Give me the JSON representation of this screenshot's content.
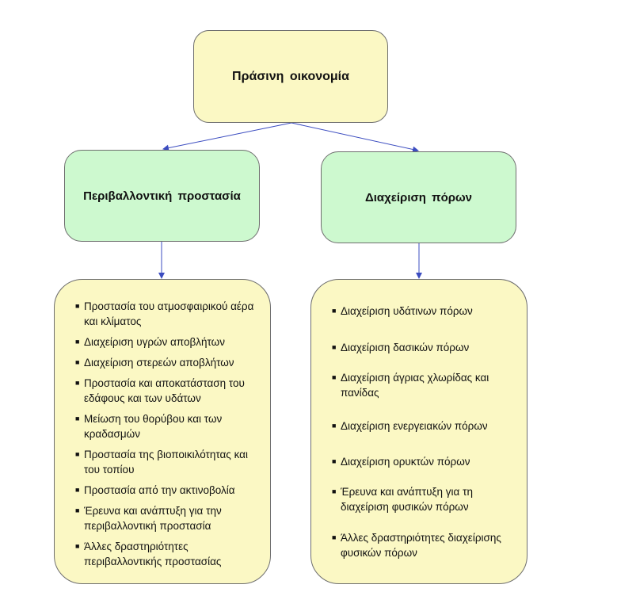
{
  "root": {
    "title": "Πράσινη  οικονομία"
  },
  "categories": [
    {
      "title": "Περιβαλλοντική  προστασία",
      "items": [
        "Προστασία του ατμοσφαιρικού αέρα και κλίματος",
        "Διαχείριση υγρών αποβλήτων",
        "Διαχείριση στερεών αποβλήτων",
        "Προστασία και αποκατάσταση του εδάφους και των υδάτων",
        "Μείωση του θορύβου και των κραδασμών",
        "Προστασία της βιοποικιλότητας και του τοπίου",
        "Προστασία από την ακτινοβολία",
        "Έρευνα και ανάπτυξη για την περιβαλλοντική προστασία",
        "Άλλες δραστηριότητες περιβαλλοντικής προστασίας"
      ]
    },
    {
      "title": "Διαχείριση  πόρων",
      "items": [
        "Διαχείριση υδάτινων πόρων",
        "Διαχείριση δασικών πόρων",
        "Διαχείριση άγριας χλωρίδας και πανίδας",
        "Διαχείριση ενεργειακών πόρων",
        "Διαχείριση ορυκτών πόρων",
        "Έρευνα και ανάπτυξη για τη διαχείριση φυσικών πόρων",
        "Άλλες δραστηριότητες διαχείρισης φυσικών πόρων"
      ]
    }
  ],
  "colors": {
    "root_fill": "#fbf8c4",
    "category_fill": "#cdf9cf",
    "list_fill": "#fbf8c4",
    "arrow": "#3b4cc0",
    "border": "#6e6e6e"
  },
  "icons": {
    "bullet": "square-bullet-icon"
  }
}
